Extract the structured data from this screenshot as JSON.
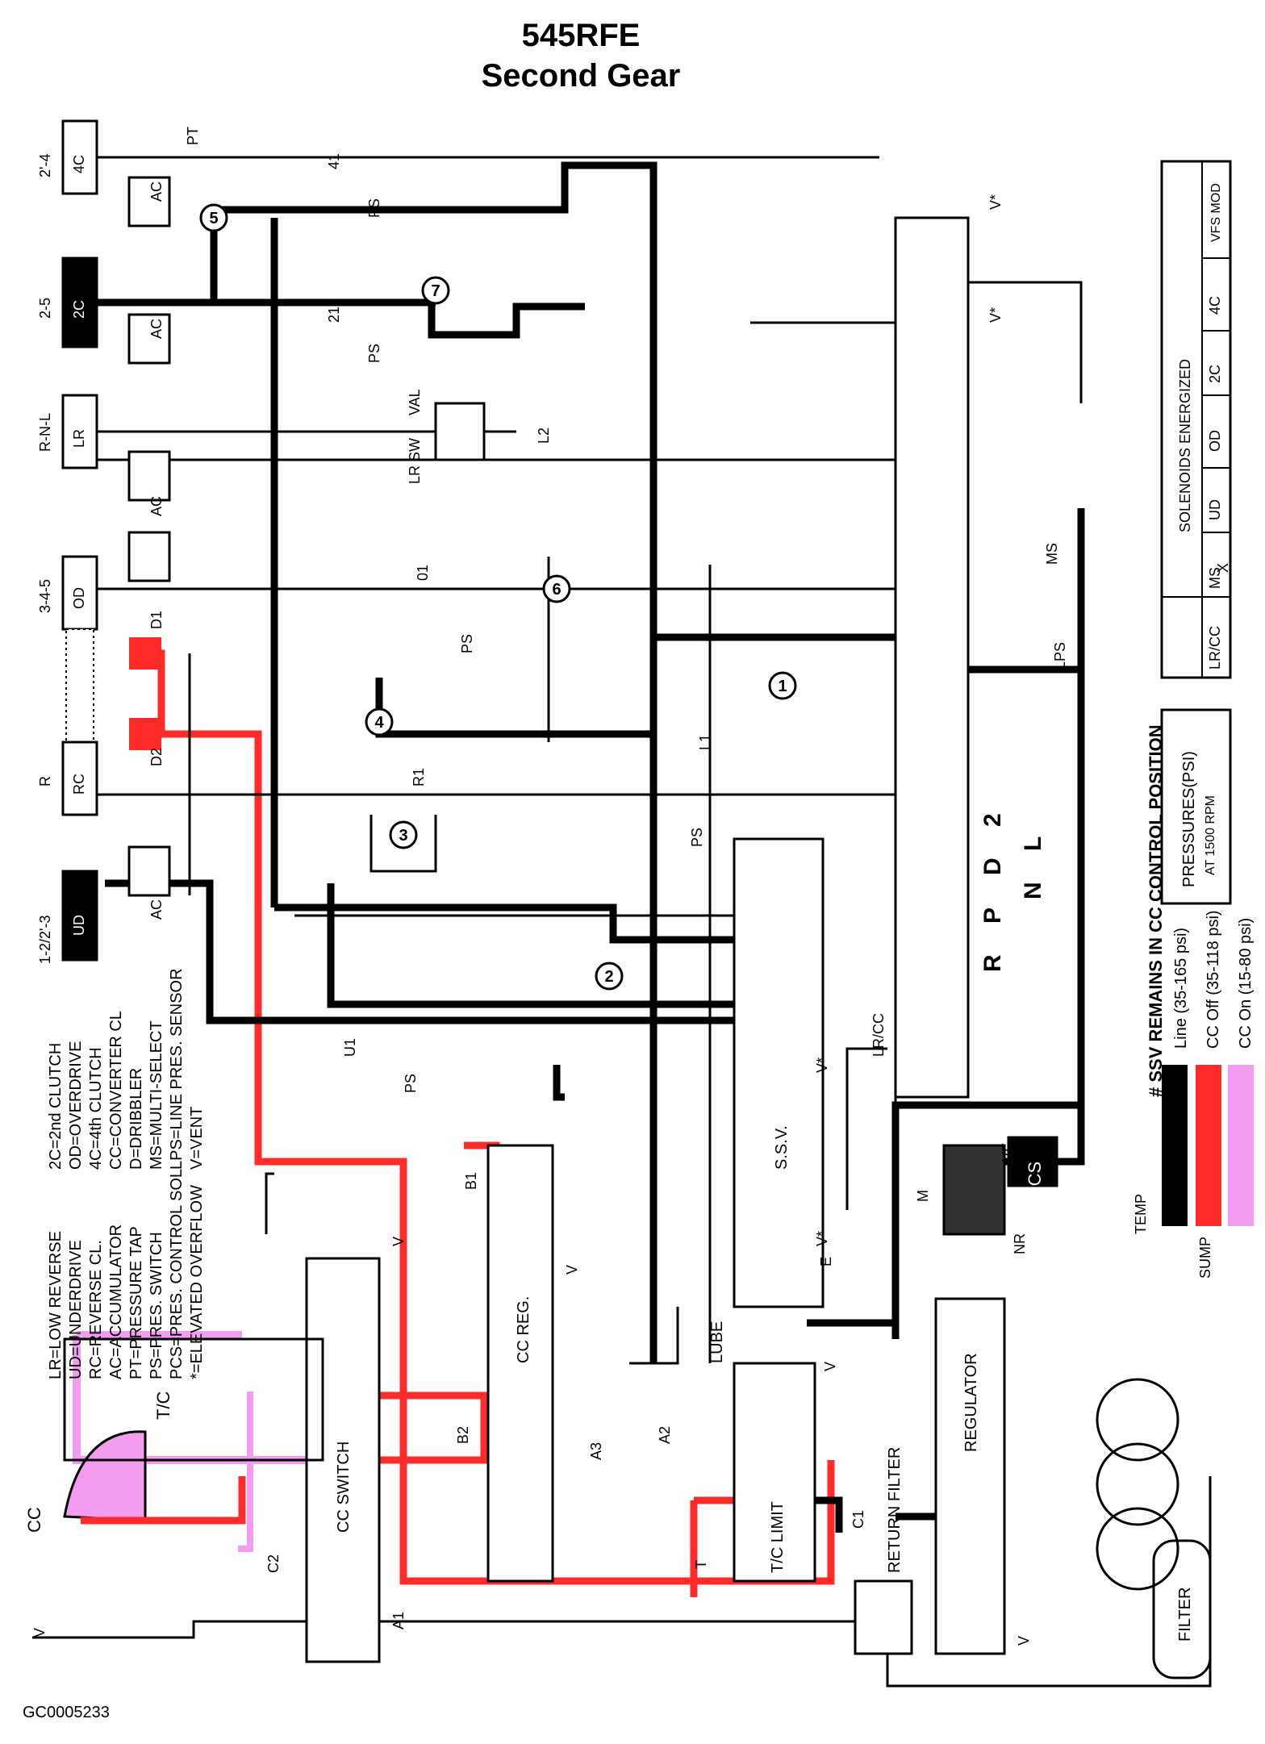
{
  "title": "545RFE",
  "subtitle": "Second Gear",
  "footer_code": "GC0005233",
  "colors": {
    "line": "#000000",
    "cc_off": "#ff2a2a",
    "cc_on": "#f49cf0"
  },
  "clutches": [
    {
      "gear": "2'-4",
      "name": "4C"
    },
    {
      "gear": "2-5",
      "name": "2C"
    },
    {
      "gear": "R-N-L",
      "name": "LR"
    },
    {
      "gear": "3-4-5",
      "name": "OD"
    },
    {
      "gear": "R",
      "name": "RC"
    },
    {
      "gear": "1-2/2'-3",
      "name": "UD"
    }
  ],
  "labels": {
    "pt": "PT",
    "ac": "AC",
    "ps": "PS",
    "v": "V",
    "v_star": "V*",
    "val": "VAL",
    "lr_sw": "LR SW",
    "n41": "41",
    "n21": "21",
    "n01": "01",
    "l1": "L1",
    "l2": "L2",
    "r1": "R1",
    "d1": "D1",
    "d2": "D2",
    "u1": "U1",
    "b1": "B1",
    "b2": "B2",
    "a1": "A1",
    "a2": "A2",
    "a3": "A3",
    "c1": "C1",
    "c2": "C2",
    "e": "E",
    "m": "M",
    "nr": "NR",
    "vf": "VF",
    "t": "T",
    "ms": "MS",
    "lps": "LPS",
    "lr_cc": "LR/CC",
    "ssv": "S.S.V.",
    "pcs": "PCS",
    "cc_reg": "CC REG.",
    "cc_switch": "CC SWITCH",
    "tc": "T/C",
    "tc_limit": "T/C LIMIT",
    "regulator": "REGULATOR",
    "lube": "LUBE",
    "return_filter": "RETURN FILTER",
    "filter": "FILTER",
    "temp": "TEMP",
    "sump": "SUMP",
    "cc": "CC",
    "mod": "MOD",
    "valve_nums": [
      "1",
      "2",
      "3",
      "4",
      "5",
      "6",
      "7"
    ]
  },
  "gear_positions": [
    "R",
    "P",
    "D",
    "2",
    "N",
    "L"
  ],
  "legend_left": [
    "LR=LOW REVERSE",
    "UD=UNDERDRIVE",
    "RC=REVERSE CL.",
    "AC=ACCUMULATOR",
    "PT=PRESSURE TAP",
    "PS=PRES. SWITCH",
    "PCS=PRES. CONTROL SOL",
    "*=ELEVATED OVERFLOW"
  ],
  "legend_right": [
    "2C=2nd CLUTCH",
    "OD=OVERDRIVE",
    "4C=4th CLUTCH",
    "CC=CONVERTER CL",
    "D=DRIBBLER",
    "MS=MULTI-SELECT",
    "LPS=LINE PRES. SENSOR",
    "V=VENT"
  ],
  "solenoid_table": {
    "title": "SOLENOIDS ENERGIZED",
    "headers": [
      "LR/CC",
      "MS",
      "UD",
      "OD",
      "2C",
      "4C",
      "VFS MOD"
    ],
    "values": [
      "",
      "X",
      "",
      "",
      "",
      "",
      ""
    ]
  },
  "note": "# SSV REMAINS IN CC CONTROL POSITION",
  "pressure_box": {
    "title": "PRESSURES(PSI)",
    "sub": "AT 1500 RPM"
  },
  "pressure_legend": [
    {
      "label": "Line (35-165 psi)",
      "color": "#000000"
    },
    {
      "label": "CC Off (35-118 psi)",
      "color": "#ff2a2a"
    },
    {
      "label": "CC On (15-80 psi)",
      "color": "#f49cf0"
    }
  ]
}
